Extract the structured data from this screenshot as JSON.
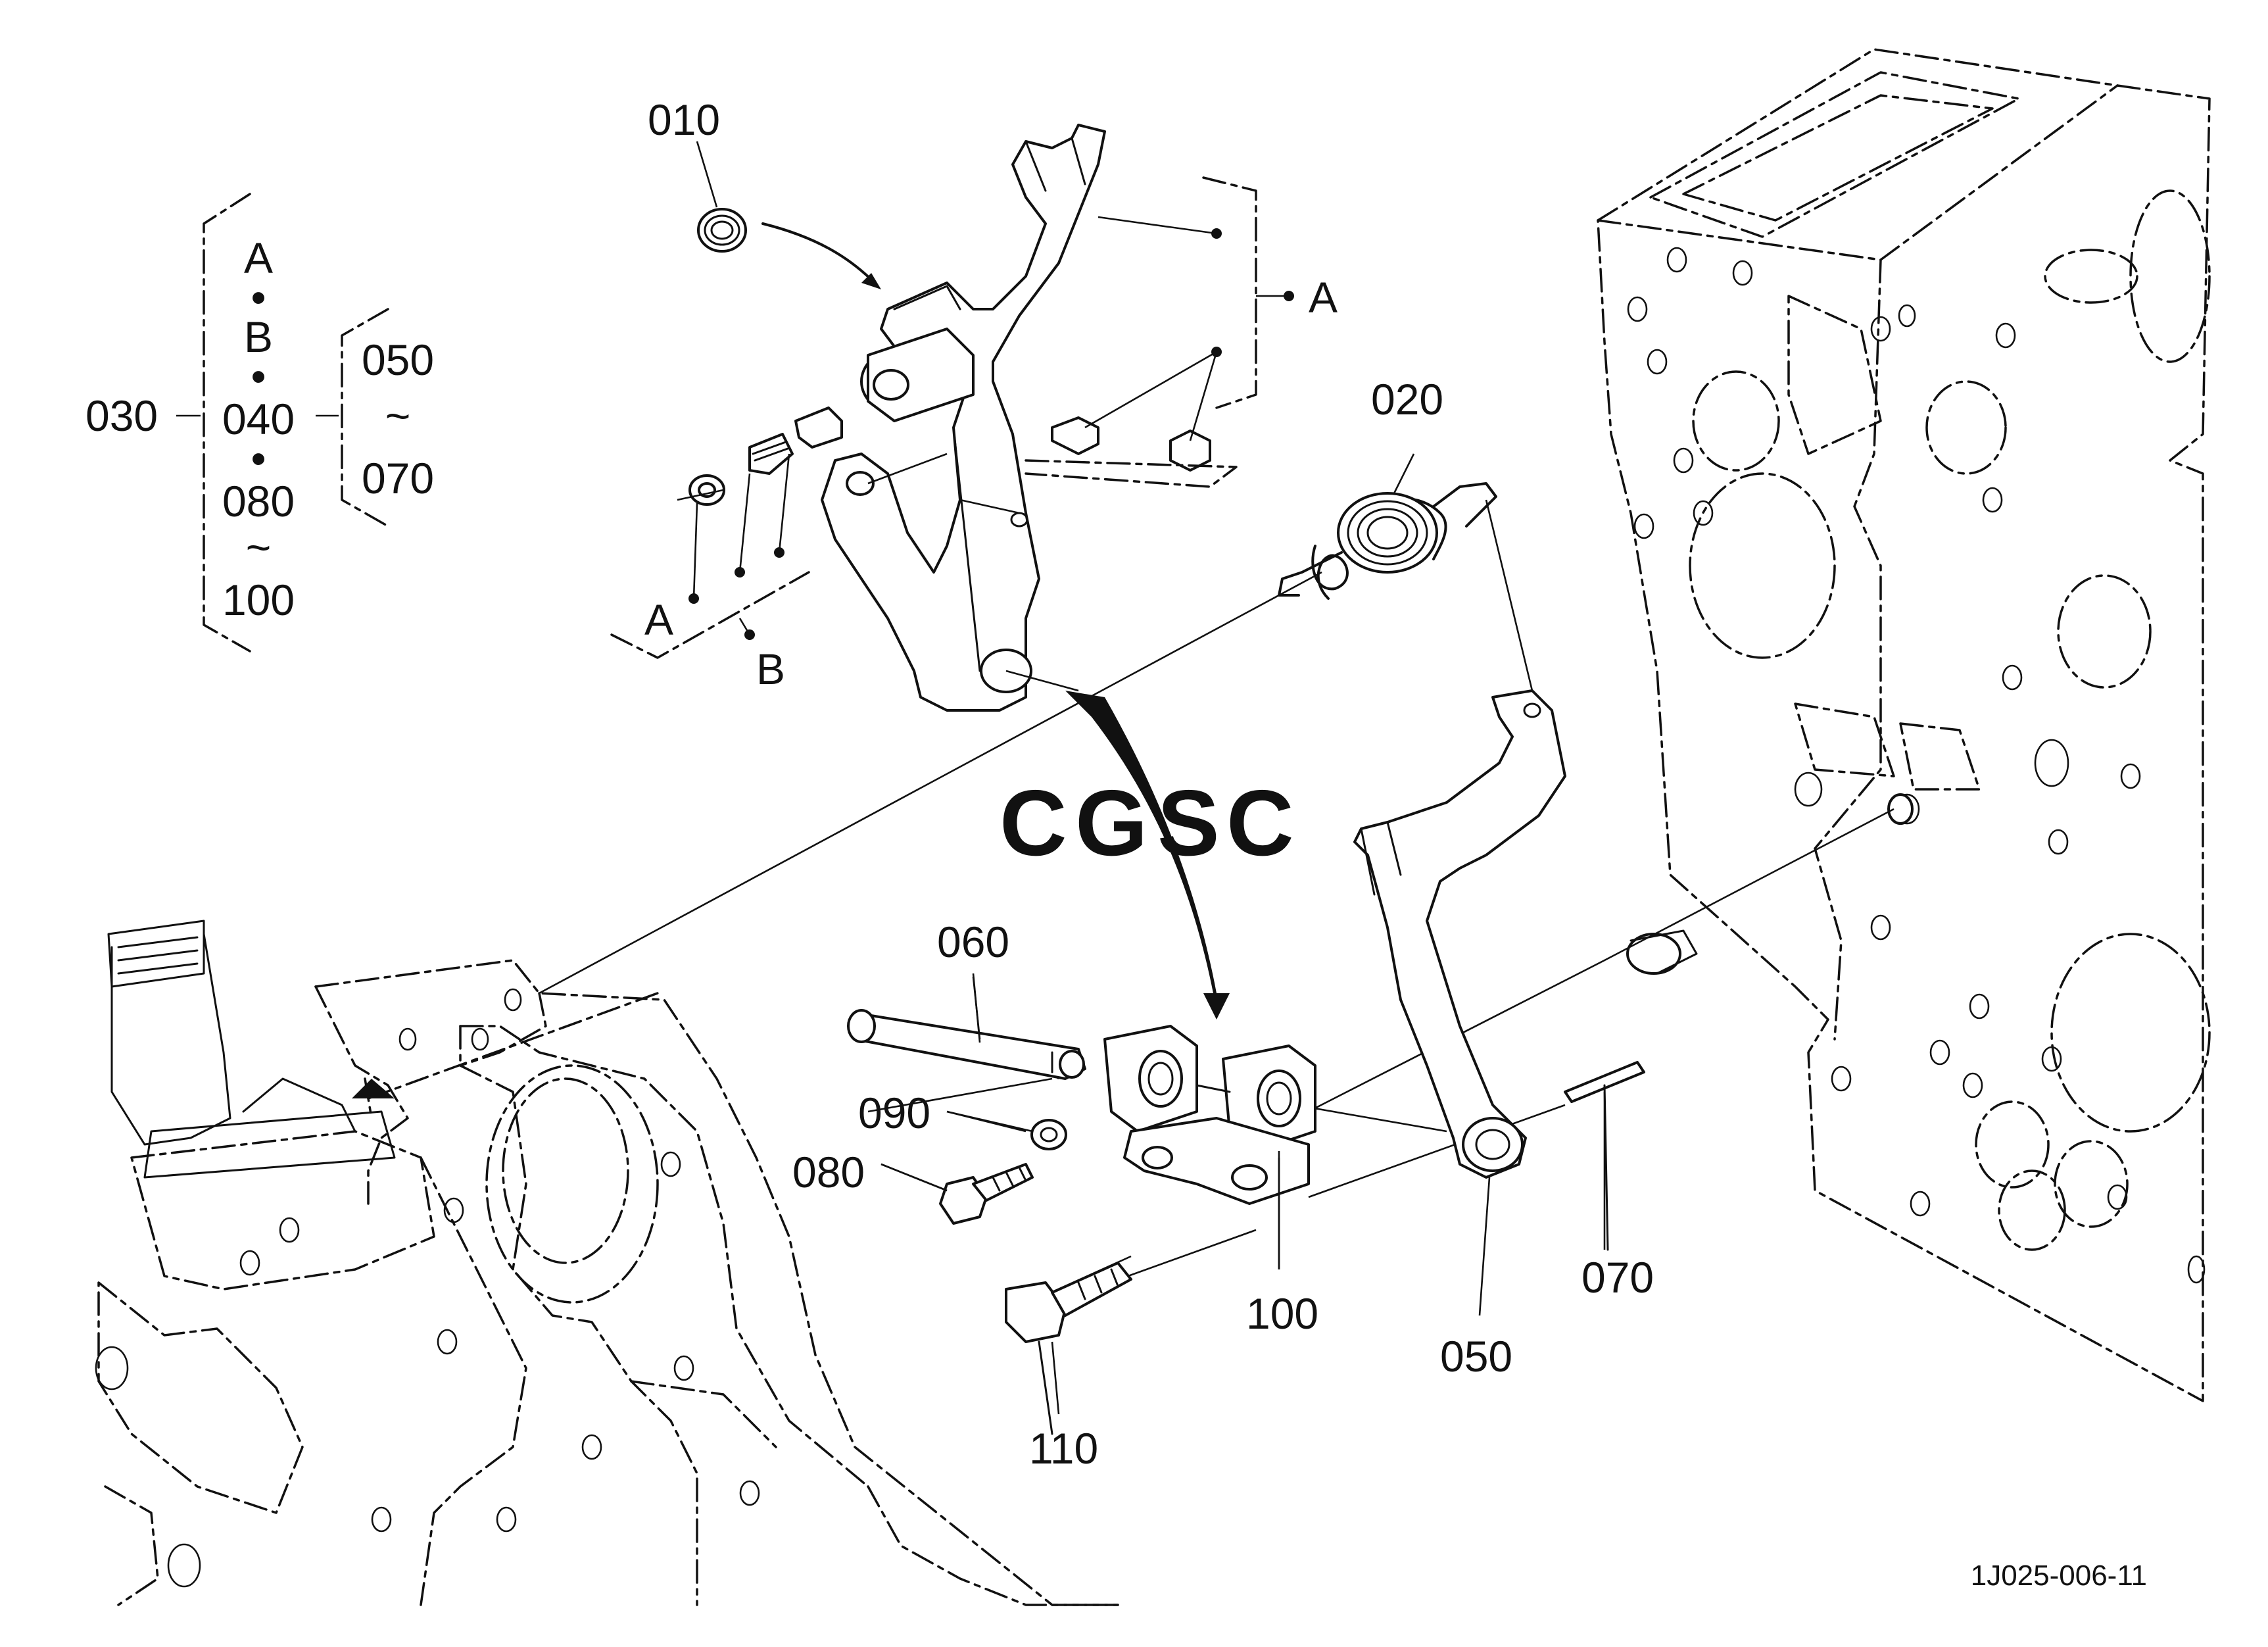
{
  "diagram": {
    "drawing_code": "1J025-006-11",
    "watermark": {
      "letters": [
        "C",
        "G",
        "S",
        "C"
      ],
      "colors": [
        "#8ab4f8",
        "#f28b82",
        "#fdd663",
        "#81c995"
      ]
    },
    "part_callouts": {
      "p010": "010",
      "p020": "020",
      "p050": "050",
      "p060": "060",
      "p070": "070",
      "p080": "080",
      "p090": "090",
      "p100": "100",
      "p110": "110"
    },
    "assembly_legend": {
      "label": "030",
      "items": [
        "A",
        "B",
        "040",
        "080",
        "100"
      ],
      "separators": [
        "•",
        "•",
        "•"
      ],
      "range_mark": "~",
      "sub_group": {
        "from": "050",
        "range_mark": "~",
        "to": "070"
      }
    },
    "group_markers": {
      "a_right": "A",
      "a_left": "A",
      "b_left": "B"
    }
  }
}
